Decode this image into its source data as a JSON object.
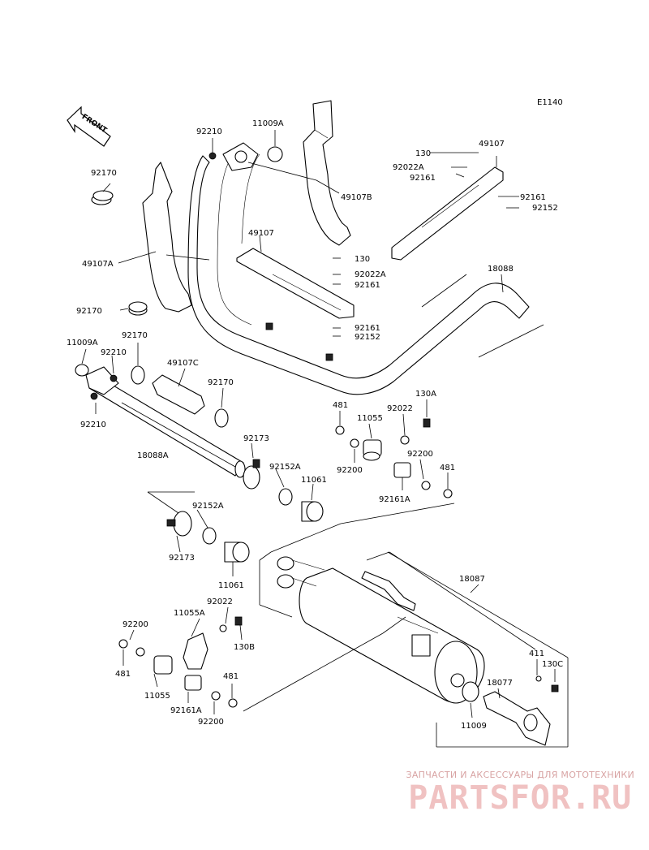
{
  "diagram": {
    "code": "E1140",
    "front_label": "FRONT",
    "labels": [
      {
        "id": "p92210_top",
        "text": "92210"
      },
      {
        "id": "p11009A_top",
        "text": "11009A"
      },
      {
        "id": "p92170_a",
        "text": "92170"
      },
      {
        "id": "p49107B",
        "text": "49107B"
      },
      {
        "id": "p49107A",
        "text": "49107A"
      },
      {
        "id": "p92170_b",
        "text": "92170"
      },
      {
        "id": "p49107_mid",
        "text": "49107"
      },
      {
        "id": "p130_mid",
        "text": "130"
      },
      {
        "id": "p92022A_mid",
        "text": "92022A"
      },
      {
        "id": "p92161_mid",
        "text": "92161"
      },
      {
        "id": "p92161_mid2",
        "text": "92161"
      },
      {
        "id": "p92152_mid",
        "text": "92152"
      },
      {
        "id": "p130_top",
        "text": "130"
      },
      {
        "id": "p92022A_top",
        "text": "92022A"
      },
      {
        "id": "p92161_top",
        "text": "92161"
      },
      {
        "id": "p49107_top",
        "text": "49107"
      },
      {
        "id": "p92161_right",
        "text": "92161"
      },
      {
        "id": "p92152_right",
        "text": "92152"
      },
      {
        "id": "p18088",
        "text": "18088"
      },
      {
        "id": "p11009A_left",
        "text": "11009A"
      },
      {
        "id": "p92210_left",
        "text": "92210"
      },
      {
        "id": "p92170_c",
        "text": "92170"
      },
      {
        "id": "p49107C",
        "text": "49107C"
      },
      {
        "id": "p92170_d",
        "text": "92170"
      },
      {
        "id": "p92210_left2",
        "text": "92210"
      },
      {
        "id": "p18088A",
        "text": "18088A"
      },
      {
        "id": "p92173_top",
        "text": "92173"
      },
      {
        "id": "p92152A_top",
        "text": "92152A"
      },
      {
        "id": "p11061_top",
        "text": "11061"
      },
      {
        "id": "p481_a",
        "text": "481"
      },
      {
        "id": "p11055_a",
        "text": "11055"
      },
      {
        "id": "p92022_a",
        "text": "92022"
      },
      {
        "id": "p130A",
        "text": "130A"
      },
      {
        "id": "p92200_a",
        "text": "92200"
      },
      {
        "id": "p92200_b",
        "text": "92200"
      },
      {
        "id": "p481_b",
        "text": "481"
      },
      {
        "id": "p92161A_a",
        "text": "92161A"
      },
      {
        "id": "p92152A_low",
        "text": "92152A"
      },
      {
        "id": "p92173_low",
        "text": "92173"
      },
      {
        "id": "p11061_low",
        "text": "11061"
      },
      {
        "id": "p18087",
        "text": "18087"
      },
      {
        "id": "p11055A",
        "text": "11055A"
      },
      {
        "id": "p92022_b",
        "text": "92022"
      },
      {
        "id": "p92200_c",
        "text": "92200"
      },
      {
        "id": "p130B",
        "text": "130B"
      },
      {
        "id": "p481_c",
        "text": "481"
      },
      {
        "id": "p11055_b",
        "text": "11055"
      },
      {
        "id": "p481_d",
        "text": "481"
      },
      {
        "id": "p92161A_b",
        "text": "92161A"
      },
      {
        "id": "p92200_d",
        "text": "92200"
      },
      {
        "id": "p411",
        "text": "411"
      },
      {
        "id": "p130C",
        "text": "130C"
      },
      {
        "id": "p18077",
        "text": "18077"
      },
      {
        "id": "p11009",
        "text": "11009"
      }
    ]
  },
  "watermark": {
    "tagline": "ЗАПЧАСТИ И АКСЕССУАРЫ ДЛЯ МОТОТЕХНИКИ",
    "brand": "PARTSFOR.RU"
  }
}
